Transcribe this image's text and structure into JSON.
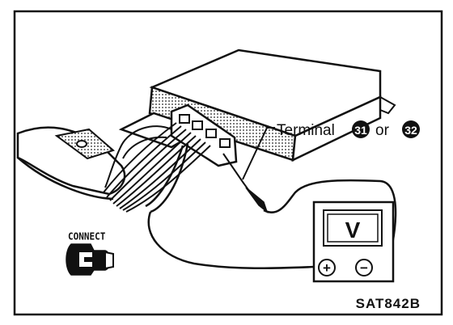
{
  "diagram": {
    "callout_terminal_label": "Terminal",
    "terminal_a": "31",
    "callout_or": "or",
    "terminal_b": "32",
    "meter_display": "V",
    "meter_positive": "+",
    "meter_negative": "−",
    "connect_label": "CONNECT",
    "figure_code": "SAT842B"
  },
  "colors": {
    "ink": "#111111",
    "paper": "#ffffff",
    "halftone": "#777777"
  },
  "icons": {
    "connect": "connector-plug-icon",
    "meter": "voltmeter-icon"
  }
}
